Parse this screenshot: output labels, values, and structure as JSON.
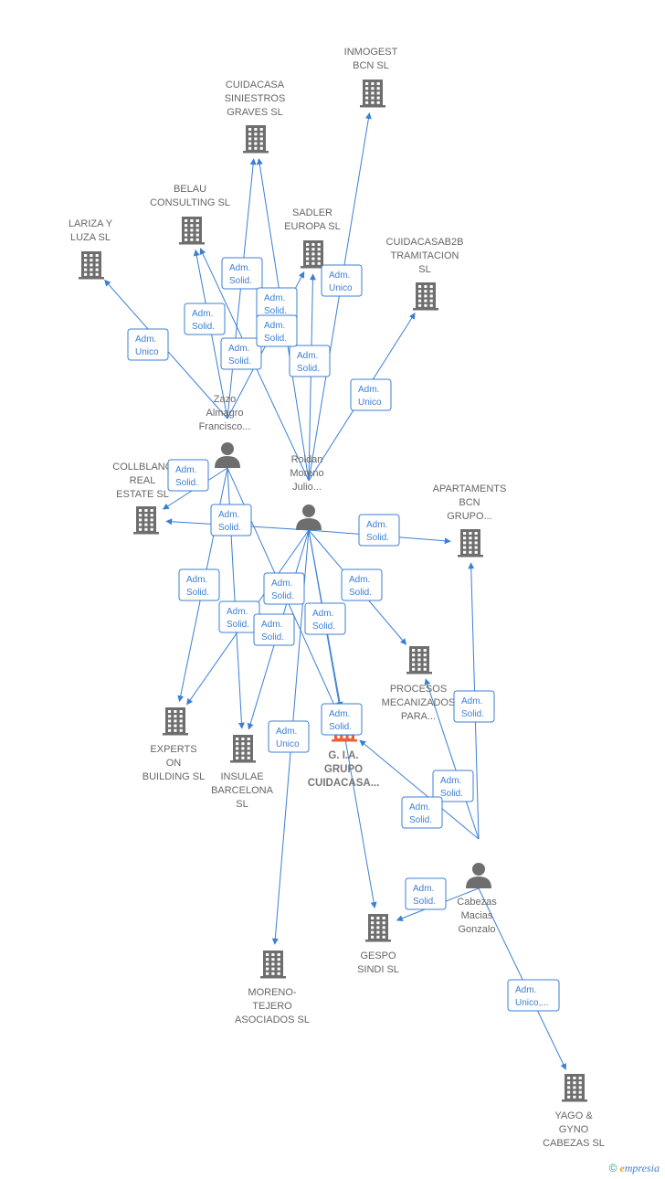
{
  "colors": {
    "edge": "#3b7fd4",
    "building": "#6e6e6e",
    "focus_building": "#e8603c",
    "person": "#6e6e6e"
  },
  "companies": [
    {
      "id": "inmogest",
      "label": [
        "INMOGEST",
        "BCN  SL"
      ]
    },
    {
      "id": "cuidacasa_sin",
      "label": [
        "CUIDACASA",
        "SINIESTROS",
        "GRAVES  SL"
      ]
    },
    {
      "id": "belau",
      "label": [
        "BELAU",
        "CONSULTING SL"
      ]
    },
    {
      "id": "sadler",
      "label": [
        "SADLER",
        "EUROPA SL"
      ]
    },
    {
      "id": "lariza",
      "label": [
        "LARIZA Y",
        "LUZA SL"
      ]
    },
    {
      "id": "cuidacasab2b",
      "label": [
        "CUIDACASAB2B",
        "TRAMITACION",
        "SL"
      ]
    },
    {
      "id": "collblanc",
      "label": [
        "COLLBLANC",
        "REAL",
        "ESTATE  SL"
      ]
    },
    {
      "id": "apartaments",
      "label": [
        "APARTAMENTS",
        "BCN",
        "GRUPO..."
      ]
    },
    {
      "id": "procesos",
      "label": [
        "PROCESOS",
        "MECANIZADOS",
        "PARA..."
      ]
    },
    {
      "id": "experts",
      "label": [
        "EXPERTS",
        "ON",
        "BUILDING  SL"
      ]
    },
    {
      "id": "insulae",
      "label": [
        "INSULAE",
        "BARCELONA",
        "SL"
      ]
    },
    {
      "id": "gia",
      "label": [
        "G. I.A.",
        "GRUPO",
        "CUIDACASA..."
      ],
      "focus": true
    },
    {
      "id": "gespo",
      "label": [
        "GESPO",
        "SINDI SL"
      ]
    },
    {
      "id": "moreno",
      "label": [
        "MORENO-",
        "TEJERO",
        "ASOCIADOS SL"
      ]
    },
    {
      "id": "yago",
      "label": [
        "YAGO &",
        "GYNO",
        "CABEZAS  SL"
      ]
    }
  ],
  "people": [
    {
      "id": "zazo",
      "label": [
        "Zazo",
        "Almagro",
        "Francisco..."
      ]
    },
    {
      "id": "roldan",
      "label": [
        "Roldan",
        "Moreno",
        "Julio..."
      ]
    },
    {
      "id": "cabezas",
      "label": [
        "Cabezas",
        "Macias",
        "Gonzalo"
      ]
    }
  ],
  "edge_labels": [
    [
      "Adm.",
      "Unico"
    ],
    [
      "Adm.",
      "Solid."
    ],
    [
      "Adm.",
      "Solid."
    ],
    [
      "Adm.",
      "Solid."
    ],
    [
      "Adm.",
      "Solid."
    ],
    [
      "Adm.",
      "Solid."
    ],
    [
      "Adm.",
      "Unico"
    ],
    [
      "Adm.",
      "Solid."
    ],
    [
      "Adm.",
      "Unico"
    ],
    [
      "Adm.",
      "Solid."
    ],
    [
      "Adm.",
      "Solid."
    ],
    [
      "Adm.",
      "Solid."
    ],
    [
      "Adm.",
      "Solid."
    ],
    [
      "Adm.",
      "Solid."
    ],
    [
      "Adm.",
      "Solid."
    ],
    [
      "Adm.",
      "Solid."
    ],
    [
      "Adm.",
      "Solid."
    ],
    [
      "Adm.",
      "Solid."
    ],
    [
      "Adm.",
      "Solid."
    ],
    [
      "Adm.",
      "Unico"
    ],
    [
      "Adm.",
      "Solid."
    ],
    [
      "Adm.",
      "Solid."
    ],
    [
      "Adm.",
      "Solid."
    ],
    [
      "Adm.",
      "Solid."
    ],
    [
      "Adm.",
      "Solid."
    ],
    [
      "Adm.",
      "Unico,..."
    ]
  ],
  "brand": {
    "copyright": "©",
    "initial": "e",
    "name": "mpresia"
  }
}
